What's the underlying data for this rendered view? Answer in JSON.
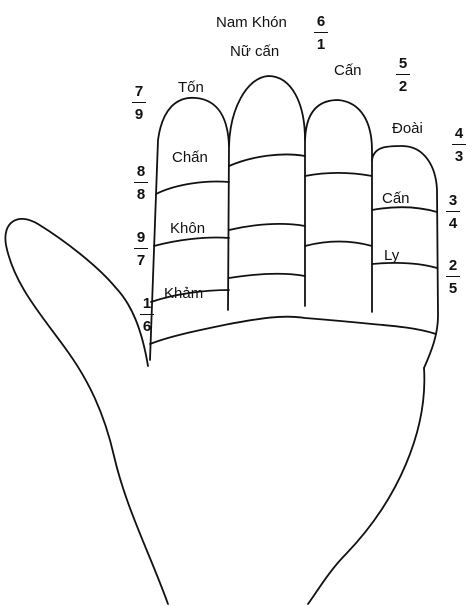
{
  "colors": {
    "ink": "#111111",
    "background": "#ffffff"
  },
  "labels": {
    "nam_khon": "Nam Khón",
    "nu_can": "Nữ cấn",
    "ton": "Tốn",
    "can_top": "Cấn",
    "doai": "Đoài",
    "chan": "Chấn",
    "khon": "Khôn",
    "kham": "Khảm",
    "can_ring": "Cấn",
    "ly": "Ly"
  },
  "fractions": {
    "f_6_1": {
      "num": "6",
      "den": "1"
    },
    "f_5_2": {
      "num": "5",
      "den": "2"
    },
    "f_4_3": {
      "num": "4",
      "den": "3"
    },
    "f_3_4": {
      "num": "3",
      "den": "4"
    },
    "f_2_5": {
      "num": "2",
      "den": "5"
    },
    "f_7_9": {
      "num": "7",
      "den": "9"
    },
    "f_8_8": {
      "num": "8",
      "den": "8"
    },
    "f_9_7": {
      "num": "9",
      "den": "7"
    },
    "f_1_6": {
      "num": "1",
      "den": "6"
    }
  }
}
